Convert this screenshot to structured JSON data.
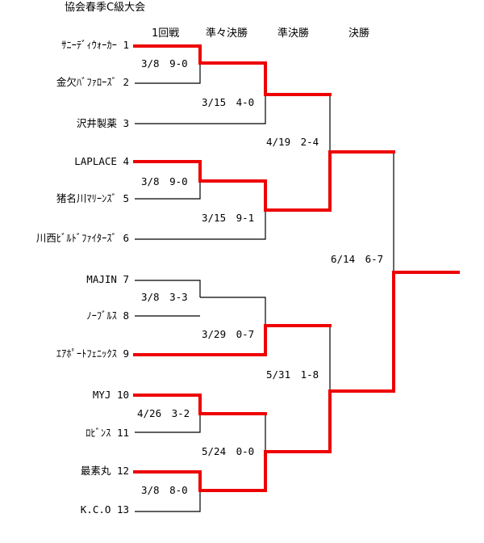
{
  "title": "協会春季C級大会",
  "round_headers": [
    "1回戦",
    "準々決勝",
    "準決勝",
    "決勝"
  ],
  "colors": {
    "win": "#ee0000",
    "line": "#000000"
  },
  "teams": [
    {
      "name": "ｻﾆｰﾃﾞｨｳｫｰｶｰ",
      "seed": "1"
    },
    {
      "name": "金欠ﾊﾞﾌｧﾛｰｽﾞ",
      "seed": "2"
    },
    {
      "name": "沢井製薬",
      "seed": "3"
    },
    {
      "name": "LAPLACE",
      "seed": "4"
    },
    {
      "name": "猪名川ﾏﾘｰﾝｽﾞ",
      "seed": "5"
    },
    {
      "name": "川西ﾋﾞﾙﾄﾞﾌｧｲﾀｰｽﾞ",
      "seed": "6"
    },
    {
      "name": "MAJIN",
      "seed": "7"
    },
    {
      "name": "ﾉｰﾌﾞﾙｽ",
      "seed": "8"
    },
    {
      "name": "ｴｱﾎﾟｰﾄﾌｪﾆｯｸｽ",
      "seed": "9"
    },
    {
      "name": "MYJ",
      "seed": "10"
    },
    {
      "name": "ﾛﾋﾞﾝｽ",
      "seed": "11"
    },
    {
      "name": "最素丸",
      "seed": "12"
    },
    {
      "name": "K.C.O",
      "seed": "13"
    }
  ],
  "matches": [
    {
      "label": "3/8　9-0"
    },
    {
      "label": "3/15　4-0"
    },
    {
      "label": "3/8　9-0"
    },
    {
      "label": "3/15　9-1"
    },
    {
      "label": "4/19　2-4"
    },
    {
      "label": "3/8　3-3"
    },
    {
      "label": "3/29　0-7"
    },
    {
      "label": "4/26　3-2"
    },
    {
      "label": "3/8　8-0"
    },
    {
      "label": "5/24　0-0"
    },
    {
      "label": "5/31　1-8"
    },
    {
      "label": "6/14　6-7"
    }
  ]
}
